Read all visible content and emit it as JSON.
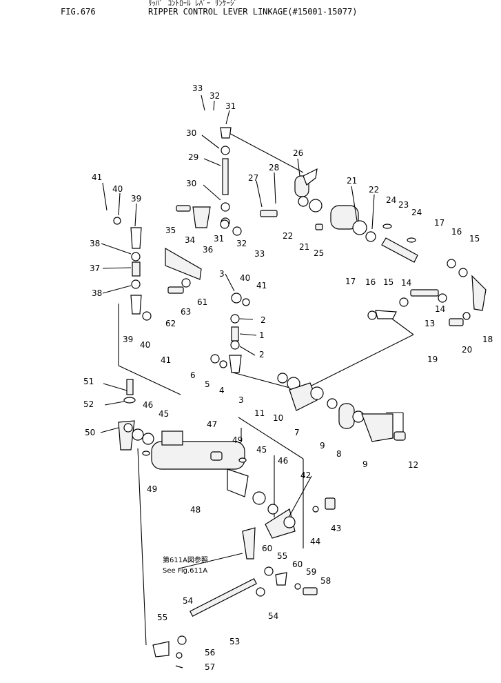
{
  "header": {
    "fig_no": "FIG.676",
    "title_jp": "ﾘｯﾊﾟ ｺﾝﾄﾛｰﾙ ﾚﾊﾞｰ ﾘﾝｹｰｼﾞ",
    "title_en": "RIPPER CONTROL LEVER LINKAGE(#15001-15077)"
  },
  "diagram": {
    "callouts": [
      {
        "id": "c33a",
        "label": "33"
      },
      {
        "id": "c32a",
        "label": "32"
      },
      {
        "id": "c31a",
        "label": "31"
      },
      {
        "id": "c30a",
        "label": "30"
      },
      {
        "id": "c29",
        "label": "29"
      },
      {
        "id": "c30b",
        "label": "30"
      },
      {
        "id": "c26",
        "label": "26"
      },
      {
        "id": "c27",
        "label": "27"
      },
      {
        "id": "c28",
        "label": "28"
      },
      {
        "id": "c21a",
        "label": "21"
      },
      {
        "id": "c22a",
        "label": "22"
      },
      {
        "id": "c24a",
        "label": "24"
      },
      {
        "id": "c23",
        "label": "23"
      },
      {
        "id": "c24b",
        "label": "24"
      },
      {
        "id": "c22b",
        "label": "22"
      },
      {
        "id": "c21b",
        "label": "21"
      },
      {
        "id": "c25",
        "label": "25"
      },
      {
        "id": "c41a",
        "label": "41"
      },
      {
        "id": "c40a",
        "label": "40"
      },
      {
        "id": "c39a",
        "label": "39"
      },
      {
        "id": "c35",
        "label": "35"
      },
      {
        "id": "c34",
        "label": "34"
      },
      {
        "id": "c36",
        "label": "36"
      },
      {
        "id": "c31b",
        "label": "31"
      },
      {
        "id": "c32b",
        "label": "32"
      },
      {
        "id": "c33b",
        "label": "33"
      },
      {
        "id": "c38a",
        "label": "38"
      },
      {
        "id": "c37",
        "label": "37"
      },
      {
        "id": "c38b",
        "label": "38"
      },
      {
        "id": "c39b",
        "label": "39"
      },
      {
        "id": "c40b",
        "label": "40"
      },
      {
        "id": "c41b",
        "label": "41"
      },
      {
        "id": "c62",
        "label": "62"
      },
      {
        "id": "c63",
        "label": "63"
      },
      {
        "id": "c61",
        "label": "61"
      },
      {
        "id": "c3a",
        "label": "3"
      },
      {
        "id": "c40c",
        "label": "40"
      },
      {
        "id": "c41c",
        "label": "41"
      },
      {
        "id": "c2a",
        "label": "2"
      },
      {
        "id": "c1",
        "label": "1"
      },
      {
        "id": "c2b",
        "label": "2"
      },
      {
        "id": "c6",
        "label": "6"
      },
      {
        "id": "c5",
        "label": "5"
      },
      {
        "id": "c4",
        "label": "4"
      },
      {
        "id": "c3b",
        "label": "3"
      },
      {
        "id": "c17a",
        "label": "17"
      },
      {
        "id": "c16a",
        "label": "16"
      },
      {
        "id": "c15a",
        "label": "15"
      },
      {
        "id": "c14a",
        "label": "14"
      },
      {
        "id": "c13",
        "label": "13"
      },
      {
        "id": "c14b",
        "label": "14"
      },
      {
        "id": "c17b",
        "label": "17"
      },
      {
        "id": "c16b",
        "label": "16"
      },
      {
        "id": "c15b",
        "label": "15"
      },
      {
        "id": "c18",
        "label": "18"
      },
      {
        "id": "c19",
        "label": "19"
      },
      {
        "id": "c20",
        "label": "20"
      },
      {
        "id": "c11",
        "label": "11"
      },
      {
        "id": "c10",
        "label": "10"
      },
      {
        "id": "c7",
        "label": "7"
      },
      {
        "id": "c9a",
        "label": "9"
      },
      {
        "id": "c8",
        "label": "8"
      },
      {
        "id": "c9b",
        "label": "9"
      },
      {
        "id": "c12",
        "label": "12"
      },
      {
        "id": "c51",
        "label": "51"
      },
      {
        "id": "c52",
        "label": "52"
      },
      {
        "id": "c46a",
        "label": "46"
      },
      {
        "id": "c45a",
        "label": "45"
      },
      {
        "id": "c50",
        "label": "50"
      },
      {
        "id": "c49a",
        "label": "49"
      },
      {
        "id": "c47",
        "label": "47"
      },
      {
        "id": "c49b",
        "label": "49"
      },
      {
        "id": "c45b",
        "label": "45"
      },
      {
        "id": "c46b",
        "label": "46"
      },
      {
        "id": "c48",
        "label": "48"
      },
      {
        "id": "c42",
        "label": "42"
      },
      {
        "id": "c43",
        "label": "43"
      },
      {
        "id": "c44",
        "label": "44"
      },
      {
        "id": "c60a",
        "label": "60"
      },
      {
        "id": "c55a",
        "label": "55"
      },
      {
        "id": "c60b",
        "label": "60"
      },
      {
        "id": "c59",
        "label": "59"
      },
      {
        "id": "c58",
        "label": "58"
      },
      {
        "id": "c54a",
        "label": "54"
      },
      {
        "id": "c54b",
        "label": "54"
      },
      {
        "id": "c55b",
        "label": "55"
      },
      {
        "id": "c53",
        "label": "53"
      },
      {
        "id": "c56",
        "label": "56"
      },
      {
        "id": "c57",
        "label": "57"
      }
    ],
    "note_jp": "第611A図参照",
    "note_en": "See Fig.611A"
  }
}
